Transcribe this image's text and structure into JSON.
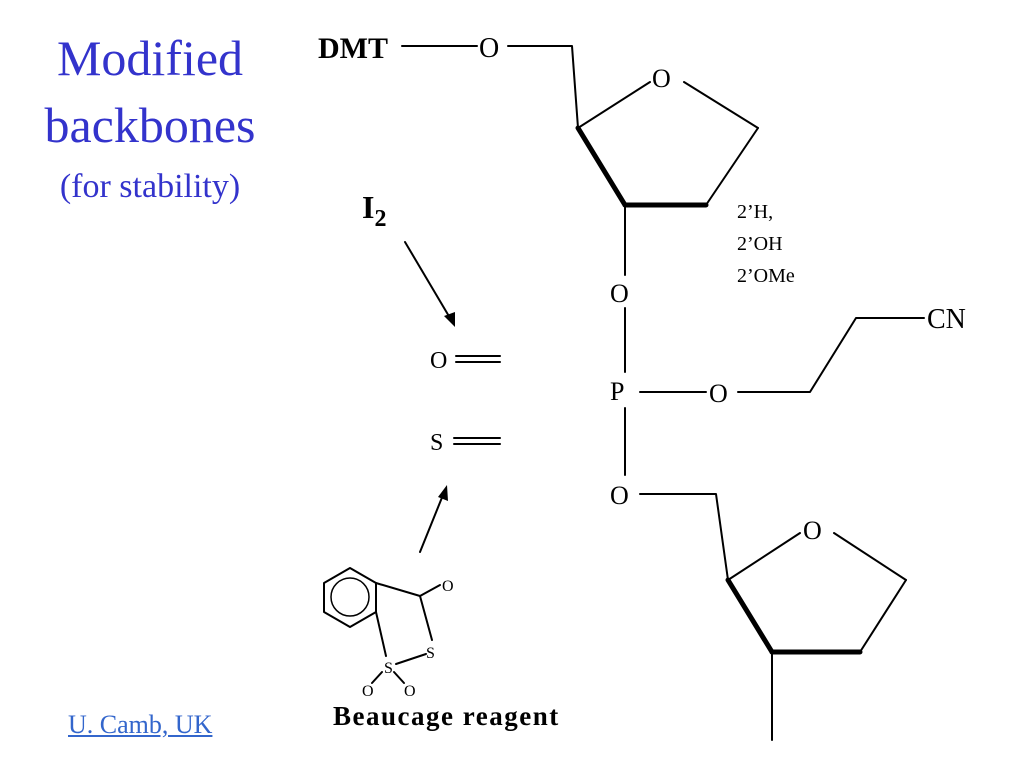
{
  "slide": {
    "title_line1": "Modified",
    "title_line2": "backbones",
    "subtitle": "(for stability)",
    "credit": "U. Camb, UK"
  },
  "molecule": {
    "dmt": "DMT",
    "o_top": "O",
    "ring_o_top": "O",
    "o_3prime": "O",
    "p": "P",
    "o_cyano": "O",
    "cn": "CN",
    "o_5prime": "O",
    "ring_o_bottom": "O",
    "sub_line1": "2’H,",
    "sub_line2": "2’OH",
    "sub_line3": "2’OMe"
  },
  "reagents": {
    "iodine": "I",
    "iodine_sub": "2",
    "oxo": "O",
    "thio": "S",
    "beaucage_label": "Beaucage reagent",
    "beaucage_o_ketone": "O",
    "beaucage_s1": "S",
    "beaucage_s2": "S",
    "beaucage_o_left": "O",
    "beaucage_o_right": "O"
  }
}
